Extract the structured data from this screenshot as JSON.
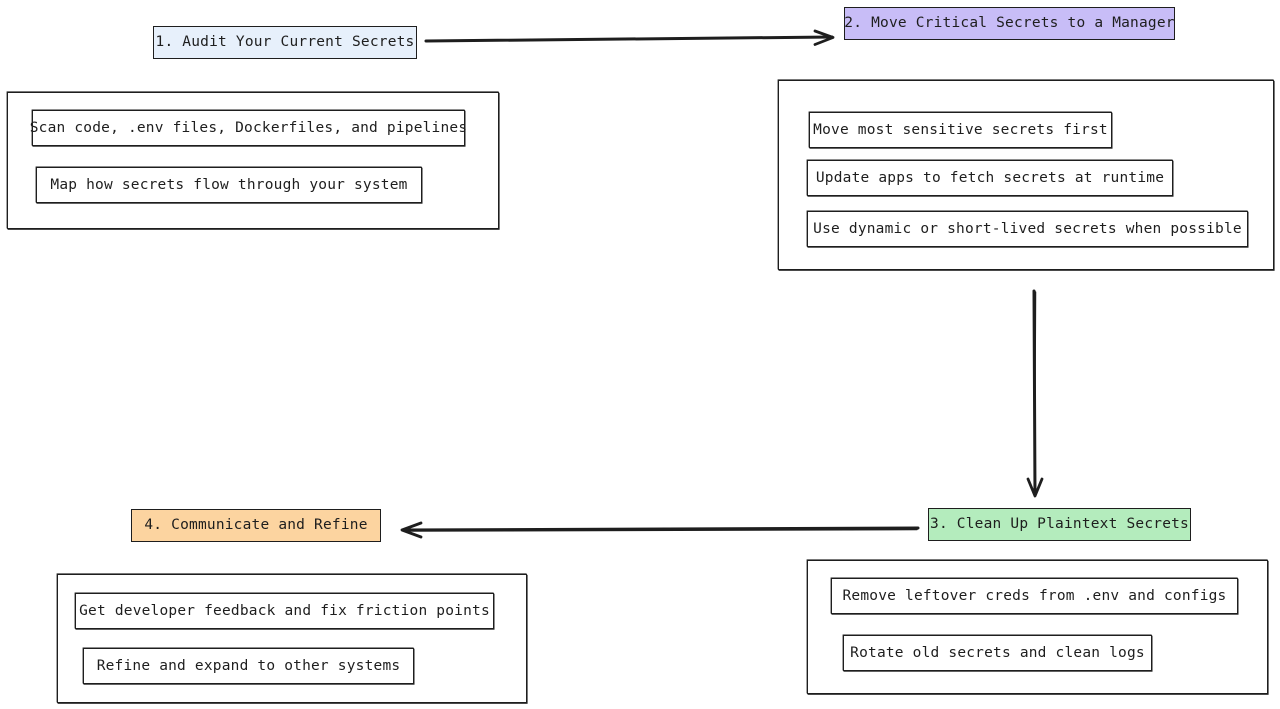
{
  "diagram": {
    "stages": [
      {
        "id": "s1",
        "label": "1. Audit Your Current Secrets",
        "color": "#e7f0fb",
        "tasks": [
          "Scan code, .env files, Dockerfiles, and pipelines",
          "Map how secrets flow through your system"
        ]
      },
      {
        "id": "s2",
        "label": "2. Move Critical Secrets to a Manager",
        "color": "#c8bdf7",
        "tasks": [
          "Move most sensitive secrets first",
          "Update apps to fetch secrets at runtime",
          "Use dynamic or short-lived secrets when possible"
        ]
      },
      {
        "id": "s3",
        "label": "3. Clean Up Plaintext Secrets",
        "color": "#b4ecbd",
        "tasks": [
          "Remove leftover creds from .env and configs",
          "Rotate old secrets and clean logs"
        ]
      },
      {
        "id": "s4",
        "label": "4. Communicate and Refine",
        "color": "#fcd4a0",
        "tasks": [
          "Get developer feedback and fix friction points",
          "Refine and expand to other systems"
        ]
      }
    ],
    "connections": [
      {
        "from": "s1",
        "to": "s2"
      },
      {
        "from": "s2",
        "to": "s3"
      },
      {
        "from": "s3",
        "to": "s4"
      }
    ],
    "stroke_color": "#1e1e1e"
  }
}
